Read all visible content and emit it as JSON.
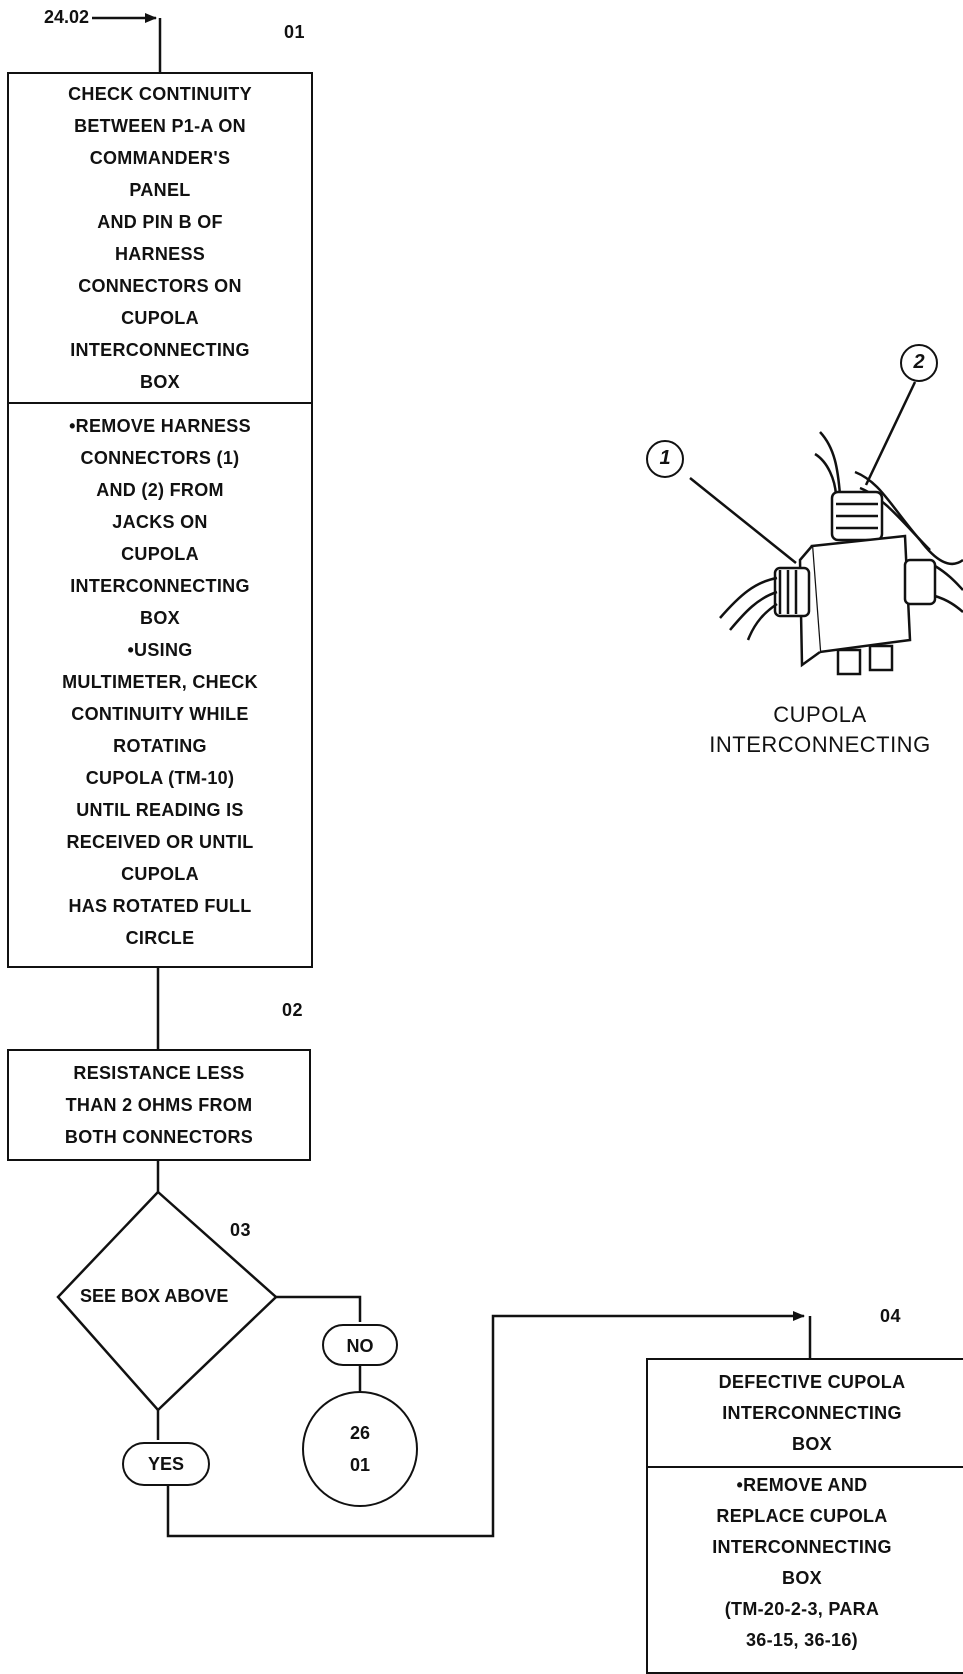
{
  "entry_ref": "24.02",
  "steps": {
    "s01": {
      "label": "01",
      "header_lines": [
        "CHECK CONTINUITY",
        "BETWEEN P1-A ON",
        "COMMANDER'S",
        "PANEL",
        "AND PIN B OF",
        "HARNESS",
        "CONNECTORS ON",
        "CUPOLA",
        "INTERCONNECTING",
        "BOX"
      ],
      "body_lines": [
        "•REMOVE HARNESS",
        "CONNECTORS (1)",
        "AND (2) FROM",
        "JACKS ON",
        "CUPOLA",
        "INTERCONNECTING",
        "BOX",
        "•USING",
        "MULTIMETER, CHECK",
        "CONTINUITY WHILE",
        "ROTATING",
        "CUPOLA (TM-10)",
        "UNTIL READING IS",
        "RECEIVED OR UNTIL",
        "CUPOLA",
        "HAS ROTATED FULL",
        "CIRCLE"
      ]
    },
    "s02": {
      "label": "02",
      "lines": [
        "RESISTANCE LESS",
        "THAN 2 OHMS FROM",
        "BOTH CONNECTORS"
      ]
    },
    "s03": {
      "label": "03",
      "decision_text": "SEE BOX ABOVE",
      "no_label": "NO",
      "yes_label": "YES",
      "no_ref": [
        "26",
        "01"
      ]
    },
    "s04": {
      "label": "04",
      "header_lines": [
        "DEFECTIVE CUPOLA",
        "INTERCONNECTING",
        "BOX"
      ],
      "body_lines": [
        "•REMOVE AND",
        "REPLACE CUPOLA",
        "INTERCONNECTING",
        "BOX",
        "(TM-20-2-3, PARA",
        "36-15, 36-16)"
      ]
    }
  },
  "illustration": {
    "caption_lines": [
      "CUPOLA",
      "INTERCONNECTING"
    ],
    "callouts": [
      "1",
      "2"
    ]
  }
}
